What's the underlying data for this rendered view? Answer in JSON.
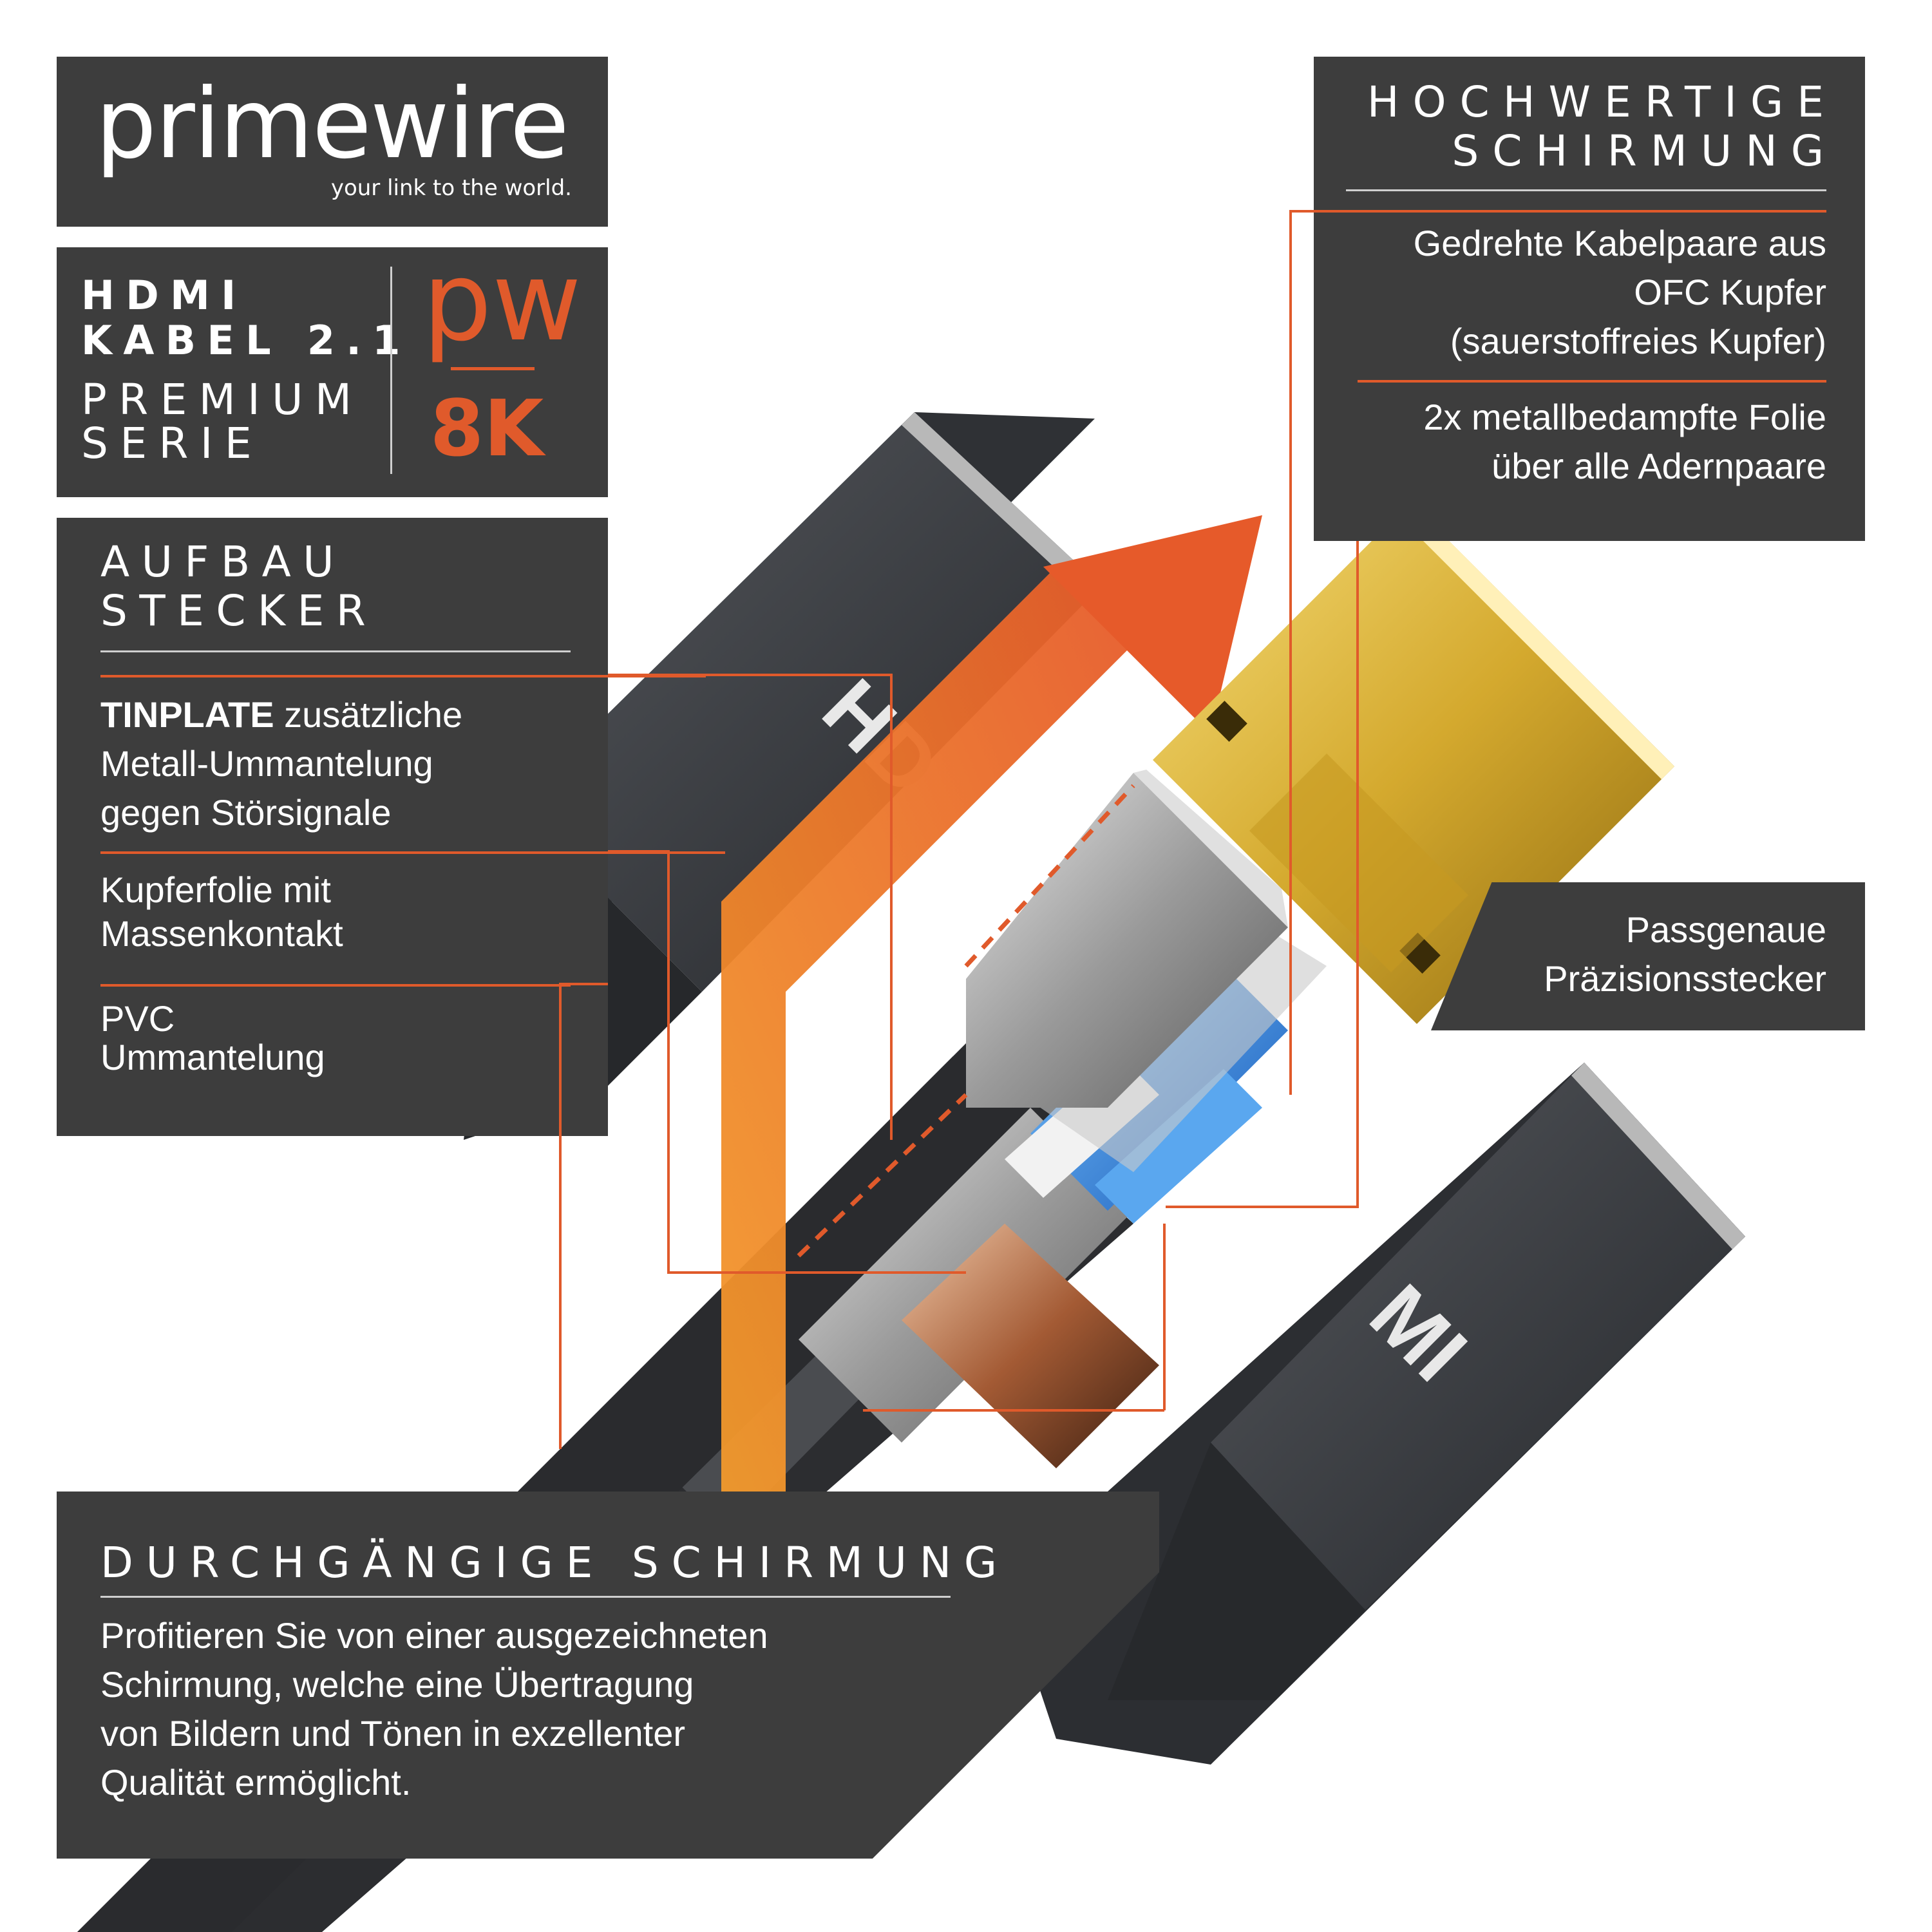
{
  "brand": {
    "name": "primewire",
    "tagline": "your link to the world."
  },
  "product": {
    "line1": "HDMI",
    "line2": "KABEL 2.1",
    "line3": "PREMIUM",
    "line4": "SERIE",
    "logo_mark": "pw",
    "resolution": "8K"
  },
  "aufbau": {
    "title_line1": "AUFBAU",
    "title_line2": "STECKER",
    "items": [
      {
        "bold": "TINPLATE",
        "text": " zusätzliche",
        "line2": "Metall-Ummantelung",
        "line3": "gegen Störsignale"
      },
      {
        "line1": "Kupferfolie mit",
        "line2": "Massenkontakt"
      },
      {
        "line1": "PVC",
        "line2": "Ummantelung"
      }
    ]
  },
  "schirmung": {
    "title_line1": "HOCHWERTIGE",
    "title_line2": "SCHIRMUNG",
    "item1": [
      "Gedrehte Kabelpaare aus",
      "OFC Kupfer",
      "(sauerstoffreies Kupfer)"
    ],
    "item2": [
      "2x metallbedampfte Folie",
      "über alle Adernpaare"
    ]
  },
  "stecker": {
    "line1": "Passgenaue",
    "line2": "Präzisionsstecker"
  },
  "durchgaengig": {
    "title": "DURCHGÄNGIGE SCHIRMUNG",
    "lines": [
      "Profitieren Sie von einer ausgezeichneten",
      "Schirmung, welche eine Übertragung",
      "von Bildern und Tönen in exzellenter",
      "Qualität ermöglicht."
    ]
  },
  "connector_labels": {
    "top": "HD",
    "bottom": "MI"
  },
  "colors": {
    "panel": "#3d3d3d",
    "accent": "#e05a2b",
    "gold": "#d9b23c",
    "cable": "#2f3033"
  }
}
